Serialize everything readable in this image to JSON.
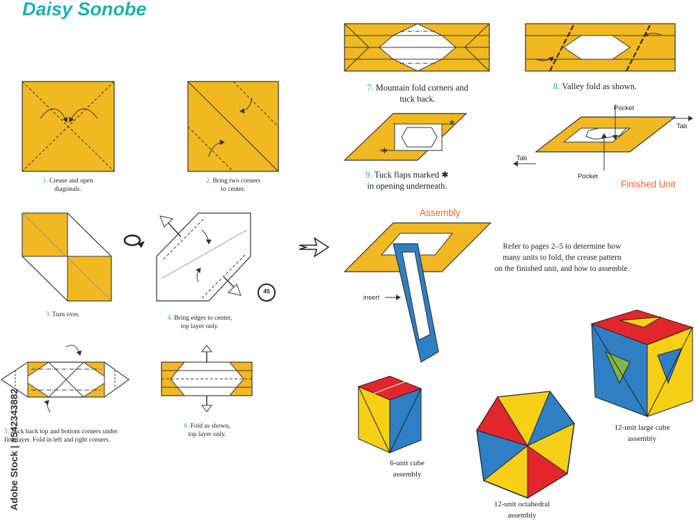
{
  "title": "Daisy Sonobe",
  "steps": [
    {
      "num": "1.",
      "text_lines": [
        "Crease and open",
        "diagonals."
      ]
    },
    {
      "num": "2.",
      "text_lines": [
        "Bring two corners",
        "to center."
      ]
    },
    {
      "num": "3.",
      "text_lines": [
        "Turn over."
      ]
    },
    {
      "num": "4.",
      "text_lines": [
        "Bring edges to center,",
        "top layer only."
      ]
    },
    {
      "num": "5.",
      "text_lines": [
        "Tuck back top and bottom corners under",
        "first layer.  Fold in left and right corners."
      ]
    },
    {
      "num": "6.",
      "text_lines": [
        "Fold as shown,",
        "top layer only."
      ]
    },
    {
      "num": "7.",
      "text_lines": [
        "Mountain fold corners and",
        "tuck back."
      ]
    },
    {
      "num": "8.",
      "text_lines": [
        "Valley fold as shown."
      ]
    },
    {
      "num": "9.",
      "text_lines": [
        "Tuck flaps marked",
        "in opening underneath."
      ]
    }
  ],
  "labels": {
    "pocket_top": "Pocket",
    "pocket_bottom": "Pocket",
    "tab_right": "Tab",
    "tab_left": "Tab",
    "finished_unit": "Finished Unit",
    "assembly": "Assembly",
    "insert": "insert",
    "rotate": "45"
  },
  "assembly_note": [
    "Refer to pages 2–5 to determine how",
    "many units to fold, the crease pattern",
    "on the finished unit, and how to assemble."
  ],
  "models": [
    {
      "text_lines": [
        "6-unit cube",
        "assembly"
      ]
    },
    {
      "text_lines": [
        "12-unit octahedral",
        "assembly"
      ]
    },
    {
      "text_lines": [
        "12-unit large cube",
        "assembly"
      ]
    }
  ],
  "watermark": "Adobe Stock | #542343882",
  "colors": {
    "paper": "#f2b822",
    "teal": "#1aa9b8",
    "orange": "#e8642a",
    "blue": "#2f7fc4",
    "red": "#e3262d",
    "yellow": "#f5d016",
    "green": "#7fb54a",
    "navy": "#2b5aa8"
  }
}
